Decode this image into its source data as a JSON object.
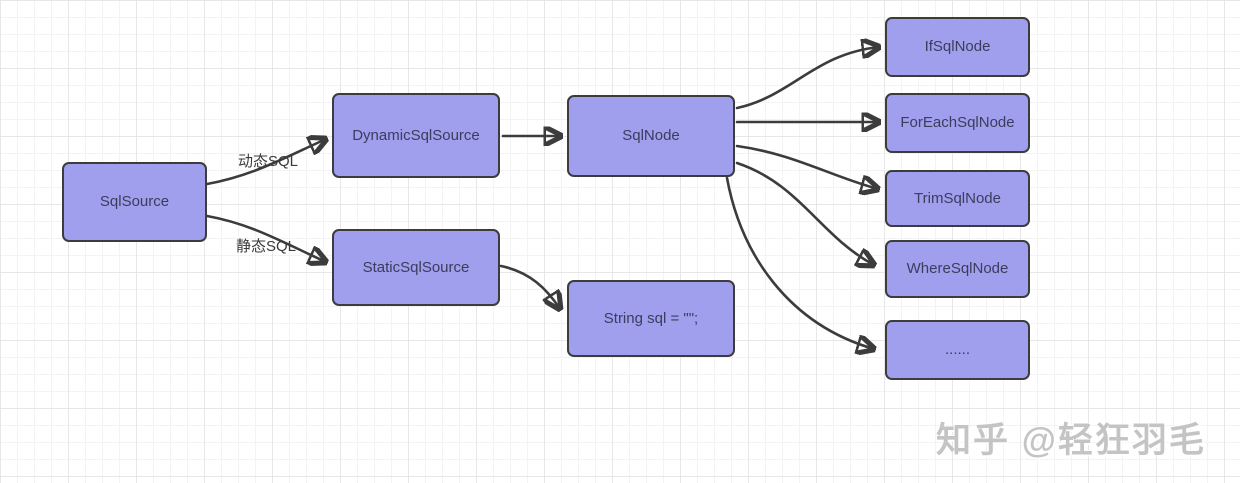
{
  "diagram": {
    "type": "flow-diagram",
    "nodes": {
      "sql_source": {
        "label": "SqlSource"
      },
      "dynamic_sql_source": {
        "label": "DynamicSqlSource"
      },
      "static_sql_source": {
        "label": "StaticSqlSource"
      },
      "sql_node": {
        "label": "SqlNode"
      },
      "string_sql": {
        "label": "String sql = \"\";"
      },
      "if_sql_node": {
        "label": "IfSqlNode"
      },
      "foreach_sql_node": {
        "label": "ForEachSqlNode"
      },
      "trim_sql_node": {
        "label": "TrimSqlNode"
      },
      "where_sql_node": {
        "label": "WhereSqlNode"
      },
      "others": {
        "label": "......"
      }
    },
    "edges": [
      {
        "from": "SqlSource",
        "to": "DynamicSqlSource",
        "label": "动态SQL"
      },
      {
        "from": "SqlSource",
        "to": "StaticSqlSource",
        "label": "静态SQL"
      },
      {
        "from": "DynamicSqlSource",
        "to": "SqlNode",
        "label": ""
      },
      {
        "from": "StaticSqlSource",
        "to": "String sql = \"\";",
        "label": ""
      },
      {
        "from": "SqlNode",
        "to": "IfSqlNode",
        "label": ""
      },
      {
        "from": "SqlNode",
        "to": "ForEachSqlNode",
        "label": ""
      },
      {
        "from": "SqlNode",
        "to": "TrimSqlNode",
        "label": ""
      },
      {
        "from": "SqlNode",
        "to": "WhereSqlNode",
        "label": ""
      },
      {
        "from": "SqlNode",
        "to": "......",
        "label": ""
      }
    ],
    "colors": {
      "node_fill": "#9f9fee",
      "node_border": "#3c3c3c",
      "node_text": "#3c3c5c",
      "arrow": "#3c3c3c",
      "grid_minor": "#f3f3f3",
      "grid_major": "#e7e7e7",
      "background": "#ffffff",
      "edge_label": "#3a3a3a",
      "watermark": "#c4c4c4"
    }
  },
  "watermark": {
    "text": "知乎 @轻狂羽毛"
  }
}
